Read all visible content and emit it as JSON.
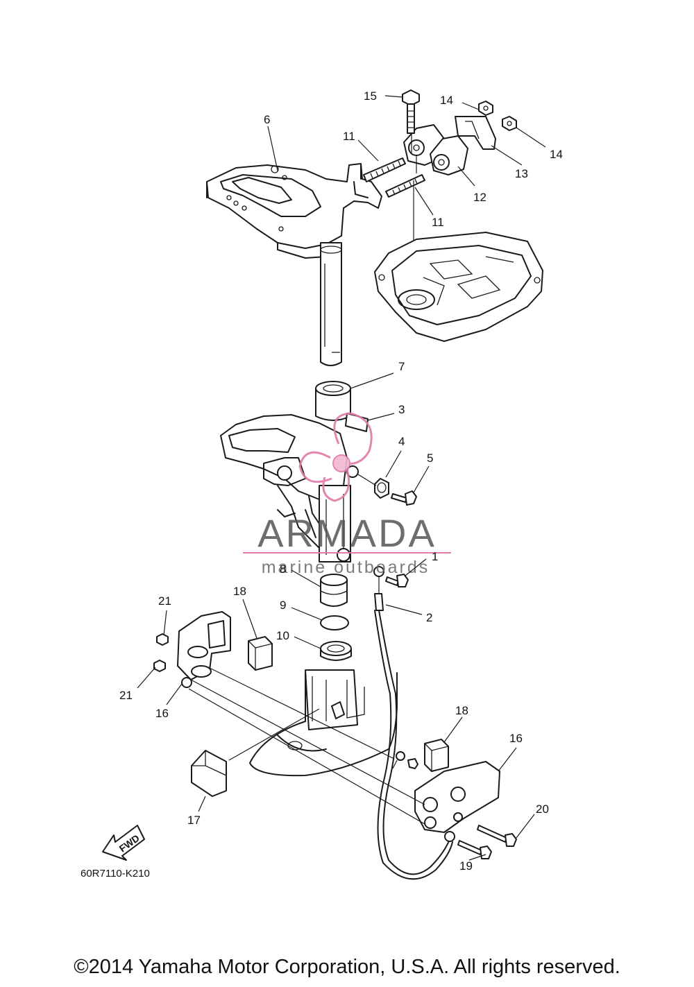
{
  "diagram_code": "60R7110-K210",
  "fwd_label": "FWD",
  "watermark": {
    "brand": "ARMADA",
    "tagline": "marine outboards",
    "accent_color": "#e07aa8"
  },
  "copyright": "©2014 Yamaha Motor Corporation, U.S.A. All rights reserved.",
  "callouts": {
    "c1": "1",
    "c2": "2",
    "c3": "3",
    "c4": "4",
    "c5": "5",
    "c6": "6",
    "c7": "7",
    "c8": "8",
    "c9": "9",
    "c10": "10",
    "c11a": "11",
    "c11b": "11",
    "c12": "12",
    "c13": "13",
    "c14a": "14",
    "c14b": "14",
    "c15": "15",
    "c16a": "16",
    "c16b": "16",
    "c17": "17",
    "c18a": "18",
    "c18b": "18",
    "c19": "19",
    "c20": "20",
    "c21a": "21",
    "c21b": "21"
  }
}
